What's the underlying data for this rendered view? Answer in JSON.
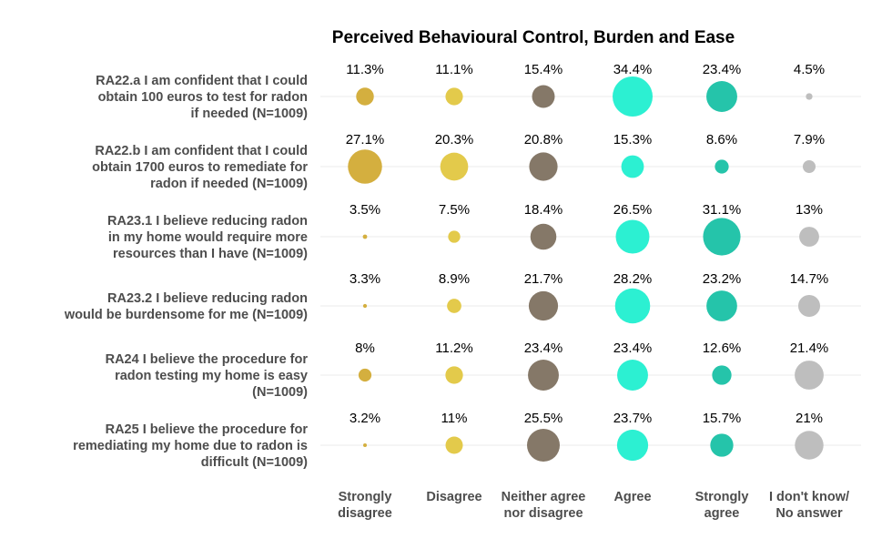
{
  "chart_data": {
    "type": "bubble",
    "title": "Perceived Behavioural Control, Burden and Ease",
    "columns": [
      {
        "label_lines": [
          "Strongly",
          "disagree"
        ],
        "color": "#D4AF3F"
      },
      {
        "label_lines": [
          "Disagree"
        ],
        "color": "#E3CA4B"
      },
      {
        "label_lines": [
          "Neither agree",
          "nor disagree"
        ],
        "color": "#857868"
      },
      {
        "label_lines": [
          "Agree"
        ],
        "color": "#2CF0D2"
      },
      {
        "label_lines": [
          "Strongly",
          "agree"
        ],
        "color": "#25C4AA"
      },
      {
        "label_lines": [
          "I don't know/",
          "No answer"
        ],
        "color": "#BEBEBE"
      }
    ],
    "rows": [
      {
        "label_lines": [
          "RA22.a I am confident that I could",
          "obtain 100 euros to test for radon",
          "if needed (N=1009)"
        ],
        "values": [
          11.3,
          11.1,
          15.4,
          34.4,
          23.4,
          4.5
        ],
        "labels": [
          "11.3%",
          "11.1%",
          "15.4%",
          "34.4%",
          "23.4%",
          "4.5%"
        ]
      },
      {
        "label_lines": [
          "RA22.b I am confident that I could",
          "obtain 1700 euros to remediate for",
          "radon if needed (N=1009)"
        ],
        "values": [
          27.1,
          20.3,
          20.8,
          15.3,
          8.6,
          7.9
        ],
        "labels": [
          "27.1%",
          "20.3%",
          "20.8%",
          "15.3%",
          "8.6%",
          "7.9%"
        ]
      },
      {
        "label_lines": [
          "RA23.1 I believe reducing radon",
          "in my home would require more",
          "resources than I have (N=1009)"
        ],
        "values": [
          3.5,
          7.5,
          18.4,
          26.5,
          31.1,
          13
        ],
        "labels": [
          "3.5%",
          "7.5%",
          "18.4%",
          "26.5%",
          "31.1%",
          "13%"
        ]
      },
      {
        "label_lines": [
          "RA23.2 I believe reducing radon",
          "would be burdensome for me (N=1009)"
        ],
        "values": [
          3.3,
          8.9,
          21.7,
          28.2,
          23.2,
          14.7
        ],
        "labels": [
          "3.3%",
          "8.9%",
          "21.7%",
          "28.2%",
          "23.2%",
          "14.7%"
        ]
      },
      {
        "label_lines": [
          "RA24 I believe the procedure for",
          "radon testing my home is easy",
          "(N=1009)"
        ],
        "values": [
          8,
          11.2,
          23.4,
          23.4,
          12.6,
          21.4
        ],
        "labels": [
          "8%",
          "11.2%",
          "23.4%",
          "23.4%",
          "12.6%",
          "21.4%"
        ]
      },
      {
        "label_lines": [
          "RA25 I believe the procedure for",
          "remediating my home due to radon is",
          "difficult (N=1009)"
        ],
        "values": [
          3.2,
          11,
          25.5,
          23.7,
          15.7,
          21
        ],
        "labels": [
          "3.2%",
          "11%",
          "25.5%",
          "23.7%",
          "15.7%",
          "21%"
        ]
      }
    ],
    "size_scale": {
      "min_value": 3.2,
      "max_value": 34.4
    },
    "grid": true
  }
}
